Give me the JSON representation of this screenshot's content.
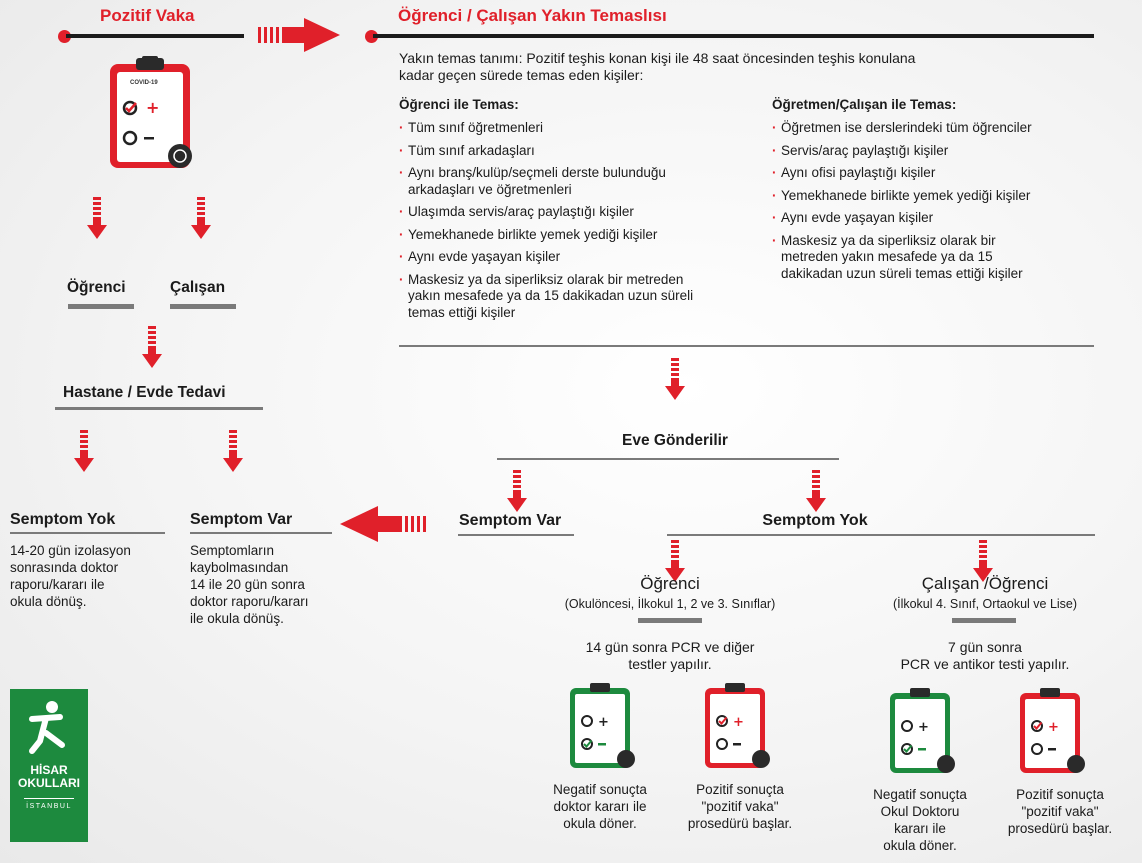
{
  "positive_case": {
    "title": "Pozitif Vaka"
  },
  "clipboard": {
    "label": "COVID-19"
  },
  "left": {
    "ogrenci": "Öğrenci",
    "calisan": "Çalışan",
    "treatment": "Hastane / Evde Tedavi",
    "no_symptom_title": "Semptom Yok",
    "no_symptom_text": [
      "14-20 gün izolasyon",
      "sonrasında doktor",
      "raporu/kararı ile",
      "okula dönüş."
    ],
    "symptom_title": "Semptom Var",
    "symptom_text": [
      "Semptomların",
      "kaybolmasından",
      "14 ile 20 gün sonra",
      "doktor raporu/kararı",
      "ile okula dönüş."
    ]
  },
  "contact": {
    "title": "Öğrenci / Çalışan Yakın Temaslısı",
    "definition": [
      "Yakın temas tanımı: Pozitif teşhis konan kişi ile  48 saat öncesinden teşhis konulana",
      "kadar geçen sürede temas eden kişiler:"
    ],
    "student_title": "Öğrenci ile Temas:",
    "student_items": [
      [
        "Tüm sınıf öğretmenleri"
      ],
      [
        "Tüm sınıf arkadaşları"
      ],
      [
        "Aynı branş/kulüp/seçmeli derste bulunduğu",
        "arkadaşları ve öğretmenleri"
      ],
      [
        "Ulaşımda servis/araç paylaştığı kişiler"
      ],
      [
        "Yemekhanede birlikte yemek yediği kişiler"
      ],
      [
        "Aynı evde yaşayan kişiler"
      ],
      [
        "Maskesiz ya da siperliksiz olarak bir metreden",
        "yakın mesafede ya da 15 dakikadan uzun süreli",
        "temas ettiği kişiler"
      ]
    ],
    "staff_title": "Öğretmen/Çalışan ile Temas:",
    "staff_items": [
      [
        "Öğretmen ise derslerindeki tüm öğrenciler"
      ],
      [
        "Servis/araç paylaştığı kişiler"
      ],
      [
        "Aynı ofisi paylaştığı kişiler"
      ],
      [
        "Yemekhanede birlikte yemek yediği kişiler"
      ],
      [
        "Aynı evde yaşayan kişiler"
      ],
      [
        "Maskesiz ya da siperliksiz olarak bir",
        "metreden yakın mesafede ya da 15",
        "dakikadan uzun süreli temas ettiği kişiler"
      ]
    ]
  },
  "sent_home": "Eve Gönderilir",
  "symptom_yes": "Semptom Var",
  "symptom_no": "Semptom Yok",
  "branch_student": {
    "title": "Öğrenci",
    "subtitle": "(Okulöncesi, İlkokul 1, 2 ve 3. Sınıflar)",
    "test": [
      "14 gün sonra PCR ve diğer",
      "testler yapılır."
    ],
    "negative": [
      "Negatif sonuçta",
      "doktor kararı ile",
      "okula döner."
    ],
    "positive": [
      "Pozitif sonuçta",
      "\"pozitif vaka\"",
      "prosedürü başlar."
    ]
  },
  "branch_staff": {
    "title": "Çalışan /Öğrenci",
    "subtitle": "(İlkokul 4. Sınıf, Ortaokul ve Lise)",
    "test": [
      "7 gün sonra",
      "PCR ve antikor testi yapılır."
    ],
    "negative": [
      "Negatif sonuçta",
      "Okul Doktoru",
      "kararı ile",
      "okula döner."
    ],
    "positive": [
      "Pozitif sonuçta",
      "\"pozitif vaka\"",
      "prosedürü başlar."
    ]
  },
  "logo": {
    "line1": "HİSAR",
    "line2": "OKULLARI",
    "line3": "İSTANBUL"
  },
  "colors": {
    "accent": "#e0202a",
    "green": "#1d8a3e",
    "gray": "#7a7a7a"
  }
}
